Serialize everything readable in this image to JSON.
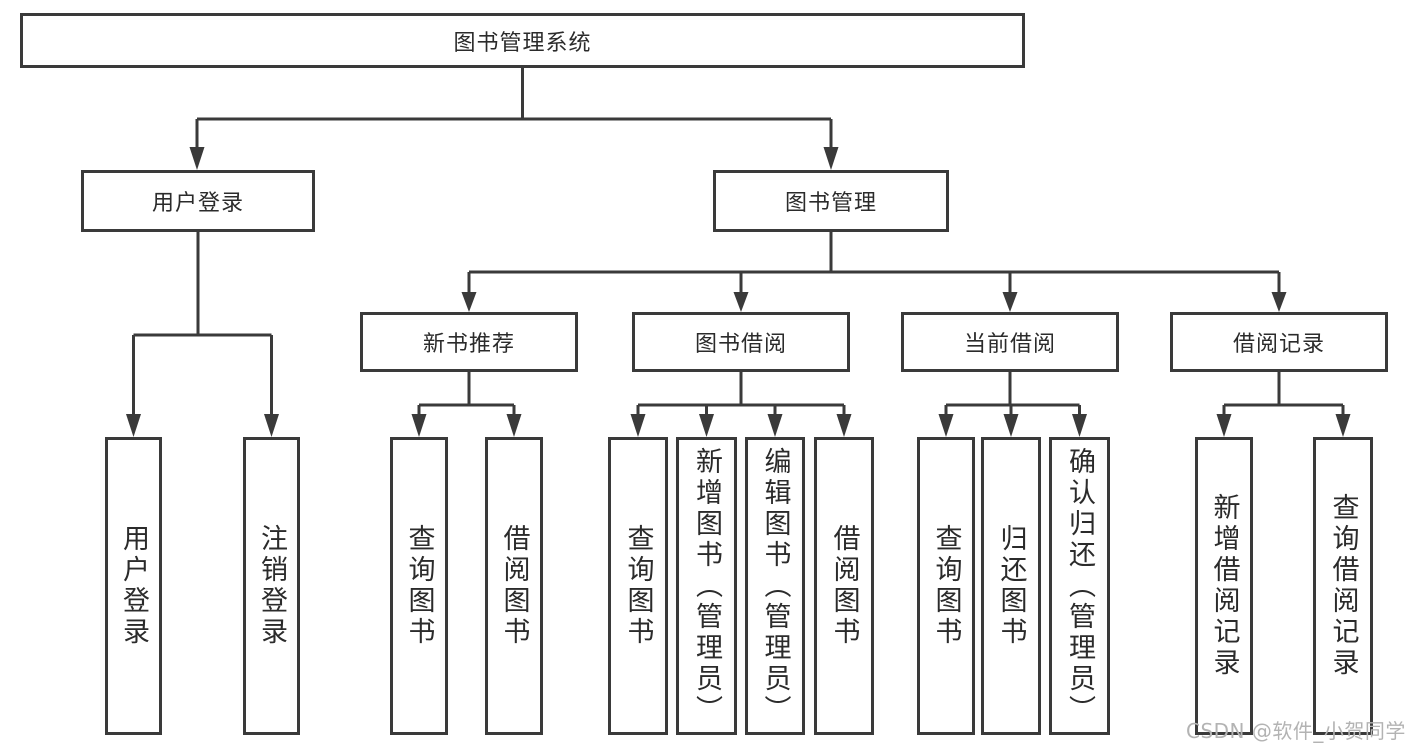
{
  "root": {
    "label": "图书管理系统"
  },
  "branches": {
    "user_login": {
      "label": "用户登录",
      "leaves": {
        "login": {
          "label": "用户登录"
        },
        "logout": {
          "label": "注销登录"
        }
      }
    },
    "book_mgmt": {
      "label": "图书管理",
      "sections": {
        "new_book_rec": {
          "label": "新书推荐",
          "leaves": {
            "query": {
              "label": "查询图书"
            },
            "borrow": {
              "label": "借阅图书"
            }
          }
        },
        "book_borrow": {
          "label": "图书借阅",
          "leaves": {
            "query": {
              "label": "查询图书"
            },
            "add": {
              "label": "新增图书（管理员）"
            },
            "edit": {
              "label": "编辑图书（管理员）"
            },
            "borrow": {
              "label": "借阅图书"
            }
          }
        },
        "current_borrow": {
          "label": "当前借阅",
          "leaves": {
            "query": {
              "label": "查询图书"
            },
            "return": {
              "label": "归还图书"
            },
            "confirm": {
              "label": "确认归还（管理员）"
            }
          }
        },
        "borrow_records": {
          "label": "借阅记录",
          "leaves": {
            "add": {
              "label": "新增借阅记录"
            },
            "query": {
              "label": "查询借阅记录"
            }
          }
        }
      }
    }
  },
  "watermark": {
    "text": "CSDN @软件_小贺同学"
  },
  "colors": {
    "line": "#3a3a3a",
    "text": "#2b2b2b",
    "watermark": "#b3b3b3",
    "background": "#ffffff"
  }
}
